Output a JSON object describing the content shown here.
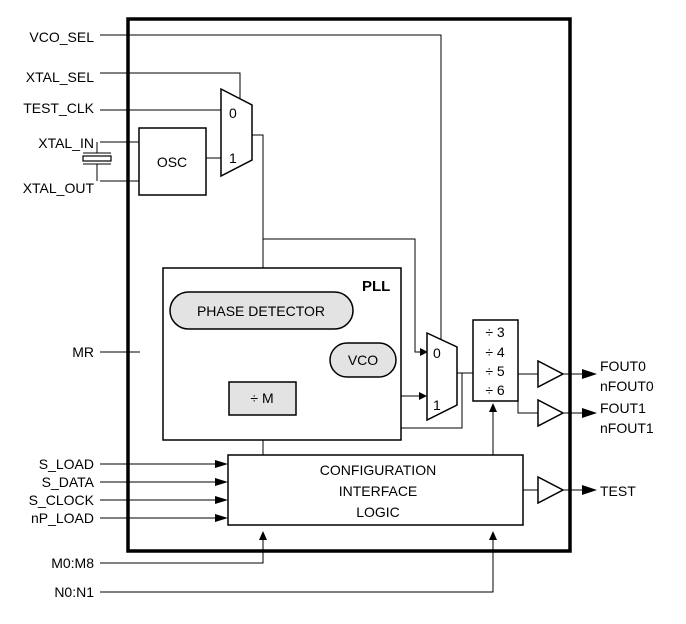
{
  "pins_left": {
    "vco_sel": "VCO_SEL",
    "xtal_sel": "XTAL_SEL",
    "test_clk": "TEST_CLK",
    "xtal_in": "XTAL_IN",
    "xtal_out": "XTAL_OUT",
    "mr": "MR",
    "s_load": "S_LOAD",
    "s_data": "S_DATA",
    "s_clock": "S_CLOCK",
    "np_load": "nP_LOAD",
    "m_bus": "M0:M8",
    "n_bus": "N0:N1"
  },
  "pins_right": {
    "fout0": "FOUT0",
    "nfout0": "nFOUT0",
    "fout1": "FOUT1",
    "nfout1": "nFOUT1",
    "test": "TEST"
  },
  "blocks": {
    "osc": "OSC",
    "pll": "PLL",
    "phase_detector": "PHASE DETECTOR",
    "vco": "VCO",
    "divide_m": "÷ M",
    "config_line1": "CONFIGURATION",
    "config_line2": "INTERFACE",
    "config_line3": "LOGIC"
  },
  "mux_input_mux": {
    "in0": "0",
    "in1": "1"
  },
  "mux_vco_mux": {
    "in0": "0",
    "in1": "1"
  },
  "output_divider": [
    "÷ 3",
    "÷ 4",
    "÷ 5",
    "÷ 6"
  ]
}
